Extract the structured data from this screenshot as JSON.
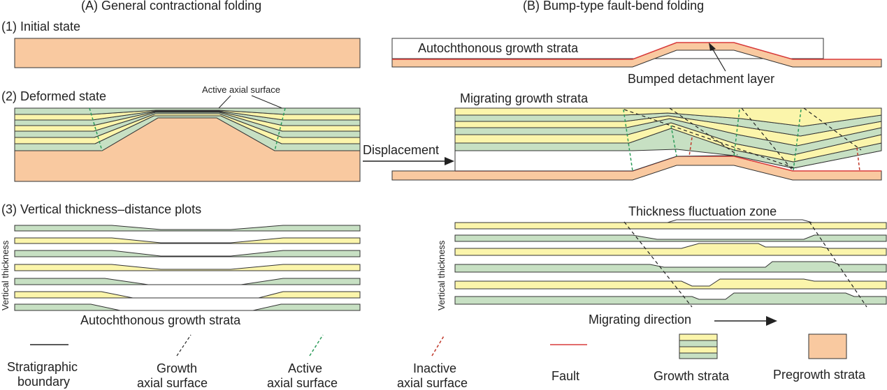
{
  "colors": {
    "pregrowth": "#f9c9a0",
    "growth_yellow": "#fbf5ab",
    "growth_green": "#c7e0c3",
    "fault": "#d93b3b",
    "active_axial": "#2d9c5a",
    "growth_axial": "#222222",
    "inactive_axial": "#c0392b",
    "outline": "#333333"
  },
  "panel_a": {
    "heading": "(A) General contractional folding",
    "initial_label": "(1) Initial state",
    "deformed_label": "(2) Deformed  state",
    "active_axial_label": "Active axial surface",
    "plots_label": "(3) Vertical thickness",
    "plots_label_suffix": "distance plots",
    "ylabel": "Vertical thickness",
    "bottom_label": "Autochthonous growth strata"
  },
  "panel_b": {
    "heading": "(B) Bump-type fault-bend folding",
    "autochthonous_label": "Autochthonous growth strata",
    "bumped_label": "Bumped detachment layer",
    "migrating_label": "Migrating growth strata",
    "displacement_label": "Displacement",
    "fluctuation_label": "Thickness fluctuation zone",
    "ylabel": "Vertical thickness",
    "direction_label": "Migrating direction"
  },
  "legend": {
    "stratigraphic_line1": "Stratigraphic",
    "stratigraphic_line2": "boundary",
    "growth_axial_line1": "Growth",
    "growth_axial_line2": "axial surface",
    "active_axial_line1": "Active",
    "active_axial_line2": "axial surface",
    "inactive_axial_line1": "Inactive",
    "inactive_axial_line2": "axial surface",
    "fault": "Fault",
    "growth_strata": "Growth strata",
    "pregrowth_strata": "Pregrowth strata"
  }
}
